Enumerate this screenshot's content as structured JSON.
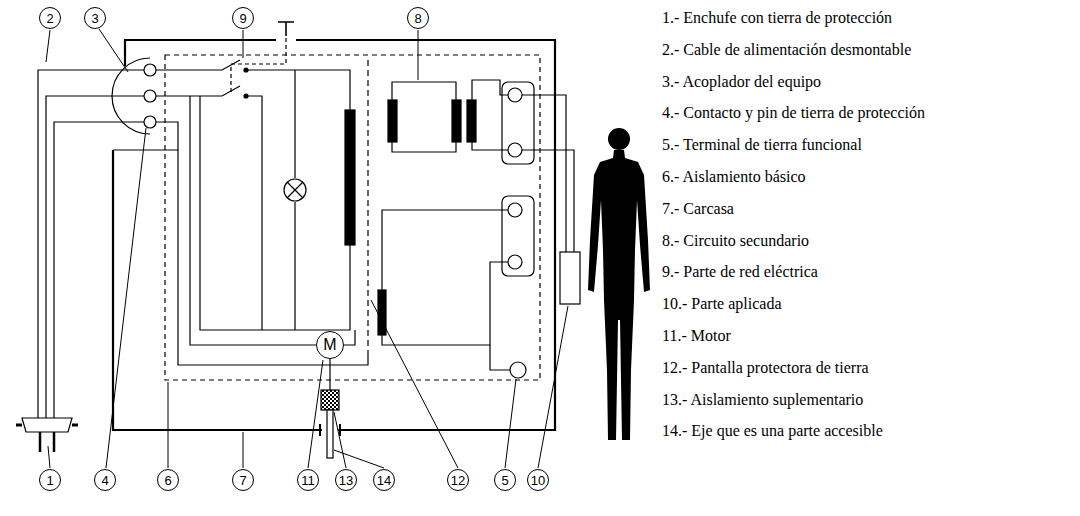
{
  "diagram": {
    "nodes": [
      {
        "text": [
          "2"
        ]
      },
      {
        "text": [
          "3"
        ]
      },
      {
        "text": [
          "9"
        ]
      },
      {
        "text": [
          "8"
        ]
      },
      {
        "text": [
          "M"
        ]
      },
      {
        "text": [
          "1"
        ]
      },
      {
        "text": [
          "4"
        ]
      },
      {
        "text": [
          "6"
        ]
      },
      {
        "text": [
          "7"
        ]
      },
      {
        "text": [
          "11"
        ]
      },
      {
        "text": [
          "13"
        ]
      },
      {
        "text": [
          "14"
        ]
      },
      {
        "text": [
          "12"
        ]
      },
      {
        "text": [
          "5"
        ]
      },
      {
        "text": [
          "10"
        ]
      }
    ],
    "labels": [
      "1.- Enchufe con tierra de protección",
      "2.- Cable de alimentación desmontable",
      "3.- Acoplador del equipo",
      "4.- Contacto y pin de tierra de protección",
      "5.- Terminal de tierra funcional",
      "6.- Aislamiento básico",
      "7.- Carcasa",
      "8.- Circuito secundario",
      "9.- Parte de red eléctrica",
      "10.- Parte aplicada",
      "11.- Motor",
      "12.- Pantalla protectora de tierra",
      "13.- Aislamiento suplementario",
      "14.- Eje que es una parte accesible"
    ]
  }
}
